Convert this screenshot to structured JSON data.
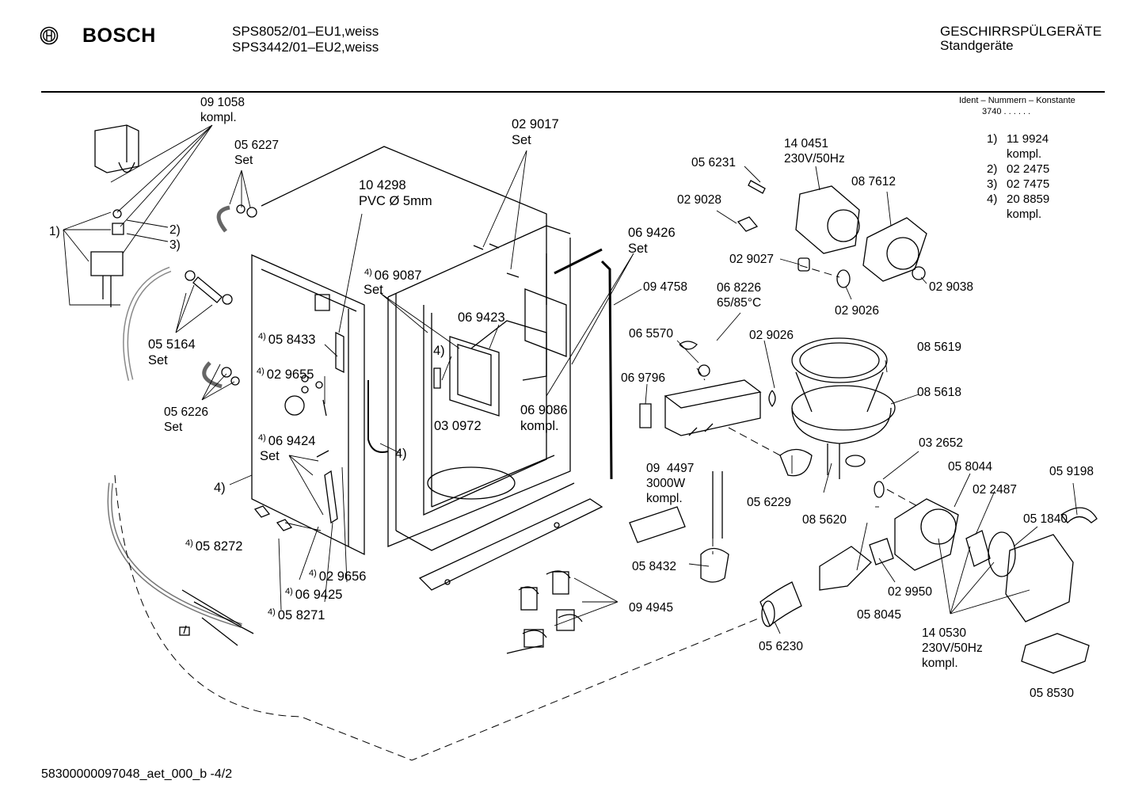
{
  "header": {
    "brand": "BOSCH",
    "model_line_1": "SPS8052/01–EU1,weiss",
    "model_line_2": "SPS3442/01–EU2,weiss",
    "category": "GESCHIRRSPÜLGERÄTE",
    "subcategory": "Standgeräte"
  },
  "ident": {
    "title": "Ident – Nummern – Konstante",
    "value": "3740 . . . . . .",
    "items": [
      {
        "num": "1)",
        "code": "11 9924",
        "extra": "kompl."
      },
      {
        "num": "2)",
        "code": "02 2475",
        "extra": ""
      },
      {
        "num": "3)",
        "code": "02 7475",
        "extra": ""
      },
      {
        "num": "4)",
        "code": "20 8859",
        "extra": "kompl."
      }
    ]
  },
  "footer": {
    "doc_id": "58300000097048_aet_000_b -4/2"
  },
  "callouts": [
    {
      "id": "p1",
      "text": "09 1058\nkompl."
    },
    {
      "id": "p2",
      "text": "05 6227\nSet"
    },
    {
      "id": "p3",
      "text": "1)"
    },
    {
      "id": "p4",
      "text": "2)"
    },
    {
      "id": "p5",
      "text": "3)"
    },
    {
      "id": "p6",
      "text": "05 5164\nSet"
    },
    {
      "id": "p7",
      "text": "05 6226\nSet"
    },
    {
      "id": "p8",
      "text": "4)"
    },
    {
      "id": "p9",
      "text": "05 8272",
      "sup": "4)"
    },
    {
      "id": "p10",
      "text": "05 8271",
      "sup": "4)"
    },
    {
      "id": "p11",
      "text": "02 9656",
      "sup": "4)"
    },
    {
      "id": "p12",
      "text": "06 9425",
      "sup": "4)"
    },
    {
      "id": "p13",
      "text": "05 8433",
      "sup": "4)"
    },
    {
      "id": "p14",
      "text": "02 9655",
      "sup": "4)"
    },
    {
      "id": "p15",
      "text": "06 9424",
      "sup": "4)"
    },
    {
      "id": "p16",
      "text": "Set"
    },
    {
      "id": "p17",
      "text": "10 4298\nPVC Ø 5mm"
    },
    {
      "id": "p18",
      "text": "06 9087",
      "sup": "4)"
    },
    {
      "id": "p19",
      "text": "Set"
    },
    {
      "id": "p20",
      "text": "02 9017\nSet"
    },
    {
      "id": "p21",
      "text": "06 9423"
    },
    {
      "id": "p22",
      "text": "4)"
    },
    {
      "id": "p23",
      "text": "03 0972"
    },
    {
      "id": "p24",
      "text": "4)"
    },
    {
      "id": "p25",
      "text": "06 9426\nSet"
    },
    {
      "id": "p26",
      "text": "06 9086\nkompl."
    },
    {
      "id": "p27",
      "text": "09 4758"
    },
    {
      "id": "p28",
      "text": "05 6231"
    },
    {
      "id": "p29",
      "text": "02 9028"
    },
    {
      "id": "p30",
      "text": "14 0451\n230V/50Hz"
    },
    {
      "id": "p31",
      "text": "08 7612"
    },
    {
      "id": "p32",
      "text": "02 9027"
    },
    {
      "id": "p33",
      "text": "02 9038"
    },
    {
      "id": "p34",
      "text": "02 9026"
    },
    {
      "id": "p35",
      "text": "06 8226\n65/85°C"
    },
    {
      "id": "p36",
      "text": "06 5570"
    },
    {
      "id": "p37",
      "text": "02 9026"
    },
    {
      "id": "p38",
      "text": "08 5619"
    },
    {
      "id": "p39",
      "text": "08 5618"
    },
    {
      "id": "p40",
      "text": "06 9796"
    },
    {
      "id": "p41",
      "text": "09  4497\n3000W\nkompl."
    },
    {
      "id": "p42",
      "text": "05 6229"
    },
    {
      "id": "p43",
      "text": "08 5620"
    },
    {
      "id": "p44",
      "text": "03 2652"
    },
    {
      "id": "p45",
      "text": "05 8044"
    },
    {
      "id": "p46",
      "text": "02 2487"
    },
    {
      "id": "p47",
      "text": "05 9198"
    },
    {
      "id": "p48",
      "text": "05 1840"
    },
    {
      "id": "p49",
      "text": "05 8432"
    },
    {
      "id": "p50",
      "text": "09 4945"
    },
    {
      "id": "p51",
      "text": "02 9950"
    },
    {
      "id": "p52",
      "text": "05 8045"
    },
    {
      "id": "p53",
      "text": "05 6230"
    },
    {
      "id": "p54",
      "text": "14 0530\n230V/50Hz\nkompl."
    },
    {
      "id": "p55",
      "text": "05 8530"
    }
  ]
}
